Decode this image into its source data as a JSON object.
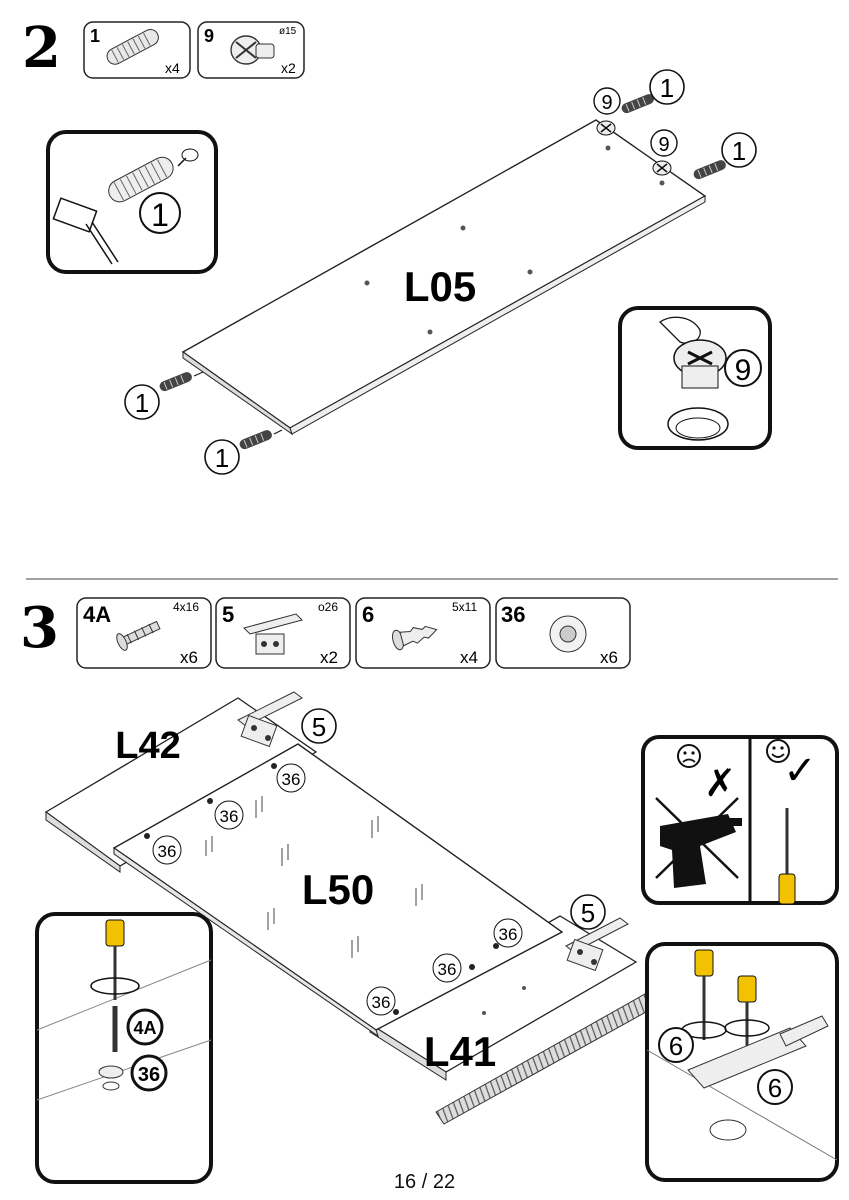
{
  "page_number": "16 / 22",
  "step2": {
    "number": "2",
    "parts": [
      {
        "id": "1",
        "qty": "x4",
        "spec": "",
        "icon": "wooden-dowel-icon"
      },
      {
        "id": "9",
        "qty": "x2",
        "spec": "ø15",
        "icon": "cam-lock-icon"
      }
    ],
    "panel_label": "L05",
    "callout_dowel": "1",
    "callout_cam": "9",
    "detail_dowel_label": "1",
    "detail_cam_label": "9"
  },
  "step3": {
    "number": "3",
    "parts": [
      {
        "id": "4A",
        "qty": "x6",
        "spec": "4x16",
        "icon": "screw-icon"
      },
      {
        "id": "5",
        "qty": "x2",
        "spec": "o26",
        "icon": "hinge-icon"
      },
      {
        "id": "6",
        "qty": "x4",
        "spec": "5x11",
        "icon": "wall-plug-icon"
      },
      {
        "id": "36",
        "qty": "x6",
        "spec": "",
        "icon": "bumper-pad-icon"
      }
    ],
    "panel_labels": {
      "top": "L42",
      "middle": "L50",
      "bottom": "L41"
    },
    "callout_hinge": "5",
    "callout_pad": "36",
    "callout_plug": "6",
    "detail_screw_label": "4A",
    "detail_pad_label": "36"
  }
}
